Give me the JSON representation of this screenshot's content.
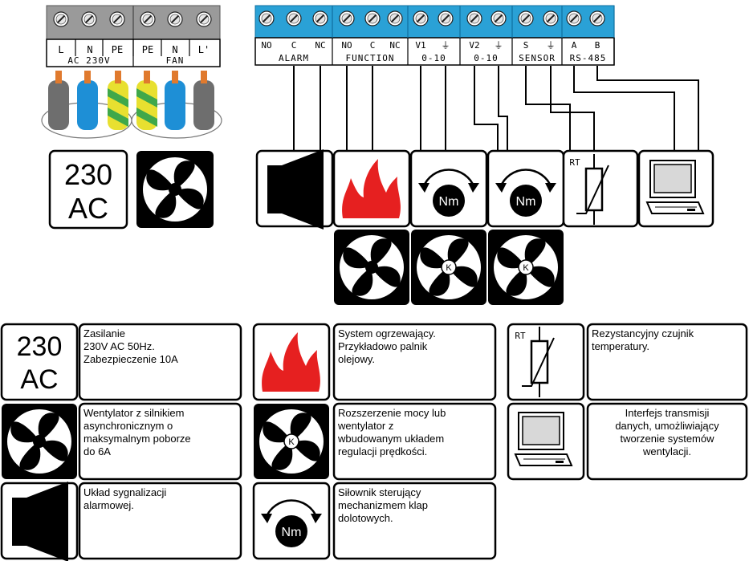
{
  "terminals_power": {
    "labels": [
      "L",
      "N",
      "PE",
      "PE",
      "N",
      "L'"
    ],
    "group_ac": "AC 230V",
    "group_fan": "FAN"
  },
  "terminals_control": {
    "alarm": {
      "pins": [
        "NO",
        "C",
        "NC"
      ],
      "name": "ALARM"
    },
    "function": {
      "pins": [
        "NO",
        "C",
        "NC"
      ],
      "name": "FUNCTION"
    },
    "v1": {
      "pins": [
        "V1",
        "⏚"
      ],
      "name": "0-10"
    },
    "v2": {
      "pins": [
        "V2",
        "⏚"
      ],
      "name": "0-10"
    },
    "sensor": {
      "pins": [
        "S",
        "⏚"
      ],
      "name": "SENSOR"
    },
    "rs485": {
      "pins": [
        "A",
        "B"
      ],
      "name": "RS-485"
    }
  },
  "symbols": {
    "ac_line1": "230",
    "ac_line2": "AC",
    "actuator": "Nm",
    "sensor_rt": "RT",
    "speed_k": "K"
  },
  "legend": [
    {
      "id": "power",
      "text": [
        "Zasilanie",
        "230V AC 50Hz.",
        "Zabezpieczenie 10A"
      ]
    },
    {
      "id": "fan",
      "text": [
        "Wentylator z silnikiem",
        "asynchronicznym o",
        "maksymalnym poborze",
        "do 6A"
      ]
    },
    {
      "id": "alarm",
      "text": [
        "Układ sygnalizacji",
        "alarmowej."
      ]
    },
    {
      "id": "heating",
      "text": [
        "System ogrzewający.",
        "Przykładowo palnik",
        "olejowy."
      ]
    },
    {
      "id": "speed",
      "text": [
        "Rozszerzenie mocy lub",
        "wentylator z",
        "wbudowanym układem",
        "regulacji prędkości."
      ]
    },
    {
      "id": "actuator",
      "text": [
        "Siłownik sterujący",
        "mechanizmem klap",
        "dolotowych."
      ]
    },
    {
      "id": "sensor",
      "text": [
        "Rezystancyjny czujnik",
        "temperatury."
      ]
    },
    {
      "id": "rs485",
      "text": [
        "Interfejs transmisji",
        "danych, umożliwiający",
        "tworzenie systemów",
        "wentylacji."
      ]
    }
  ],
  "colors": {
    "terminal_grey": "#9a9a9a",
    "terminal_blue": "#2aa1d6",
    "wire_brown": "#e07a2e",
    "wire_blue": "#1e8fd6",
    "wire_grey": "#6e6e6e",
    "wire_pe": "#e8e030",
    "wire_pe_stripe": "#3fa84a",
    "flame_red": "#e62020"
  }
}
